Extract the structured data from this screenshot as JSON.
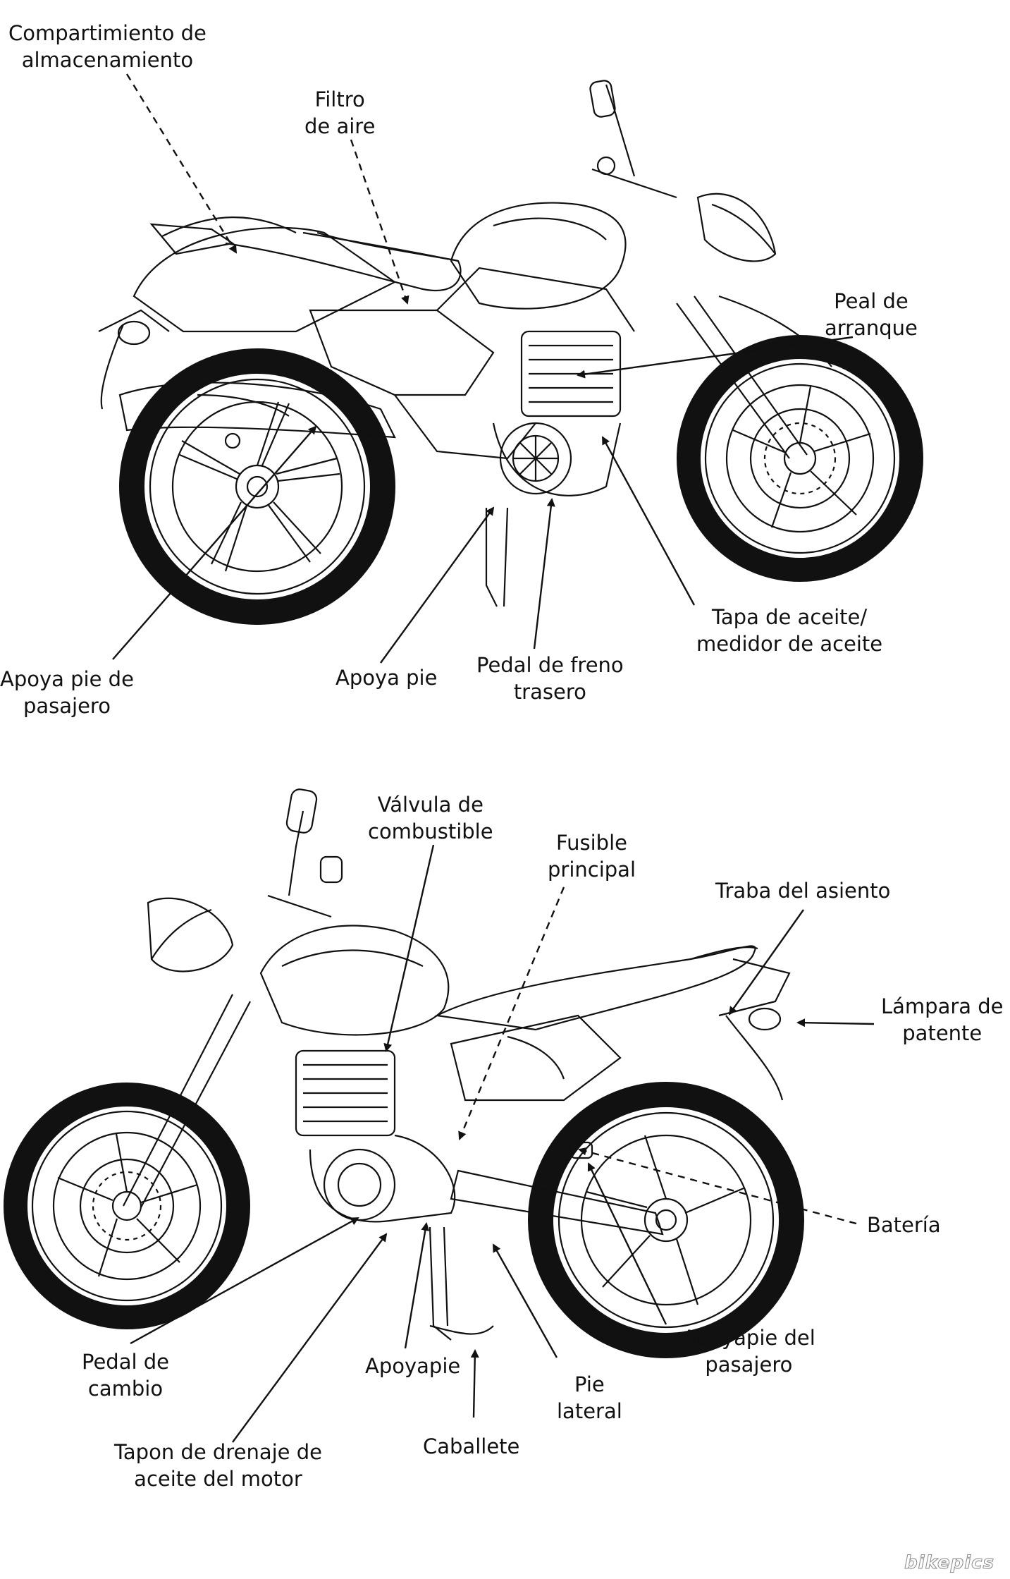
{
  "top_diagram": {
    "labels": {
      "storage": [
        "Compartimiento de",
        "almacenamiento"
      ],
      "air_filter": [
        "Filtro",
        "de aire"
      ],
      "kick_start": [
        "Peal de",
        "arranque"
      ],
      "oil_cap": [
        "Tapa de aceite/",
        "medidor de aceite"
      ],
      "passenger_footrest": [
        "Apoya pie de",
        "pasajero"
      ],
      "footrest": [
        "Apoya pie"
      ],
      "rear_brake": [
        "Pedal de freno",
        "trasero"
      ]
    }
  },
  "bottom_diagram": {
    "labels": {
      "fuel_valve": [
        "Válvula de",
        "combustible"
      ],
      "main_fuse": [
        "Fusible",
        "principal"
      ],
      "seat_lock": [
        "Traba del asiento"
      ],
      "plate_lamp": [
        "Lámpara de",
        "patente"
      ],
      "battery": [
        "Batería"
      ],
      "shift_pedal": [
        "Pedal de",
        "cambio"
      ],
      "footrest": [
        "Apoyapie"
      ],
      "side_stand": [
        "Pie",
        "lateral"
      ],
      "passenger_footrest": [
        "Apoyapie del",
        "pasajero"
      ],
      "drain_plug": [
        "Tapon de drenaje de",
        "aceite del motor"
      ],
      "center_stand": [
        "Caballete"
      ]
    }
  },
  "watermark": "bikepics",
  "colors": {
    "ink": "#111111",
    "paper": "#ffffff"
  }
}
